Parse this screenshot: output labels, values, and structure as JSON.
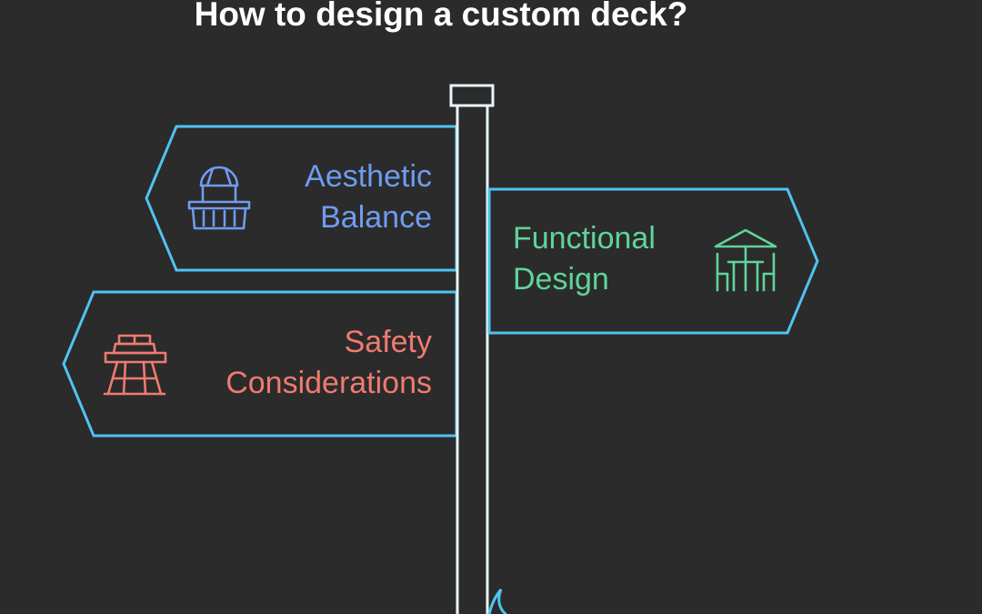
{
  "title": "How to design a custom deck?",
  "colors": {
    "background": "#2b2b2b",
    "outline": "#4fc3f0",
    "post": "#e8f4fb",
    "aesthetic": "#6f9cf0",
    "functional": "#5fd49a",
    "safety": "#f07a70"
  },
  "signs": {
    "aesthetic": {
      "line1": "Aesthetic",
      "line2": "Balance",
      "icon": "gazebo-railing-icon"
    },
    "functional": {
      "line1": "Functional",
      "line2": "Design",
      "icon": "patio-umbrella-table-icon"
    },
    "safety": {
      "line1": "Safety",
      "line2": "Considerations",
      "icon": "deck-bench-icon"
    }
  }
}
